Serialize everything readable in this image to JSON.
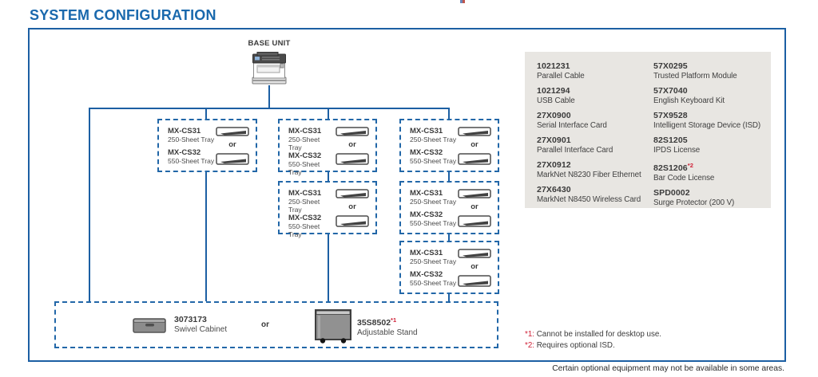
{
  "page": {
    "title": "SYSTEM CONFIGURATION",
    "footer_note": "Certain optional equipment may not be available in some areas."
  },
  "diagram": {
    "base_unit_label": "BASE UNIT",
    "or_label": "or",
    "tray": {
      "model_250": "MX-CS31",
      "desc_250": "250-Sheet Tray",
      "model_550": "MX-CS32",
      "desc_550": "550-Sheet Tray"
    },
    "stand_row": {
      "cabinet_number": "3073173",
      "cabinet_name": "Swivel Cabinet",
      "or_label": "or",
      "stand_number": "35S8502",
      "stand_sup": "*1",
      "stand_name": "Adjustable Stand"
    }
  },
  "parts": {
    "left": [
      {
        "number": "1021231",
        "desc": "Parallel Cable"
      },
      {
        "number": "1021294",
        "desc": "USB Cable"
      },
      {
        "number": "27X0900",
        "desc": "Serial Interface Card"
      },
      {
        "number": "27X0901",
        "desc": "Parallel Interface Card"
      },
      {
        "number": "27X0912",
        "desc": "MarkNet N8230 Fiber Ethernet"
      },
      {
        "number": "27X6430",
        "desc": "MarkNet N8450 Wireless Card"
      }
    ],
    "right": [
      {
        "number": "57X0295",
        "desc": "Trusted Platform Module"
      },
      {
        "number": "57X7040",
        "desc": "English Keyboard Kit"
      },
      {
        "number": "57X9528",
        "desc": "Intelligent Storage Device (ISD)"
      },
      {
        "number": "82S1205",
        "desc": "IPDS License"
      },
      {
        "number": "82S1206",
        "sup": "*2",
        "desc": "Bar Code License"
      },
      {
        "number": "SPD0002",
        "desc": "Surge Protector (200 V)"
      }
    ]
  },
  "notes": [
    {
      "mark": "*1:",
      "text": " Cannot be installed for desktop use."
    },
    {
      "mark": "*2:",
      "text": " Requires optional ISD."
    }
  ],
  "colors": {
    "accent_blue": "#1c5fa3",
    "note_red": "#cf2137",
    "panel_gray": "#e8e6e2"
  }
}
